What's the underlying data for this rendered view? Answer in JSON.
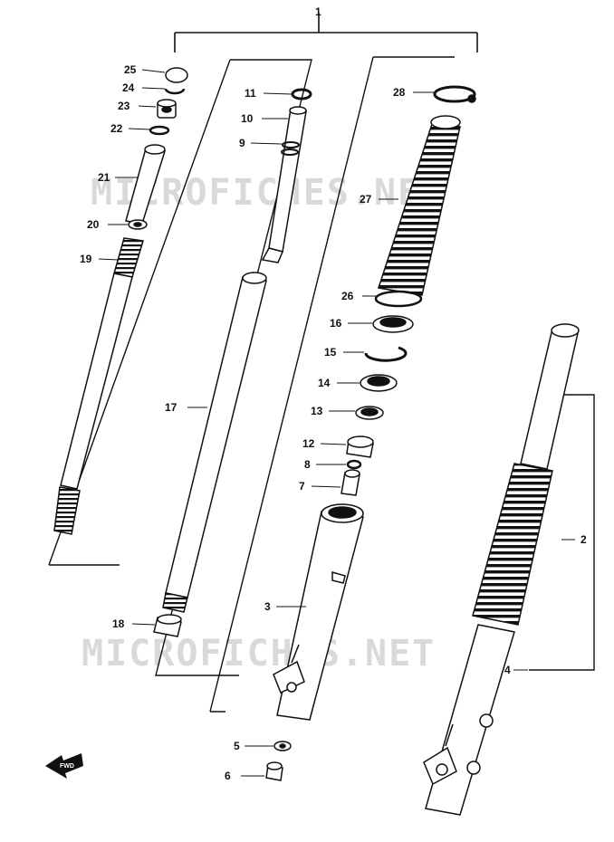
{
  "diagram": {
    "watermarks": [
      "MICROFICHES.NET",
      "MICROFICHES.NET"
    ],
    "forward_marker": "FWD",
    "callouts": {
      "p1": "1",
      "p2": "2",
      "p3": "3",
      "p4": "4",
      "p5": "5",
      "p6": "6",
      "p7": "7",
      "p8": "8",
      "p9": "9",
      "p10": "10",
      "p11": "11",
      "p12": "12",
      "p13": "13",
      "p14": "14",
      "p15": "15",
      "p16": "16",
      "p17": "17",
      "p18": "18",
      "p19": "19",
      "p20": "20",
      "p21": "21",
      "p22": "22",
      "p23": "23",
      "p24": "24",
      "p25": "25",
      "p26": "26",
      "p27": "27",
      "p28": "28"
    },
    "colors": {
      "ink": "#111111",
      "watermark": "#d9d9d9",
      "paper": "#ffffff"
    }
  }
}
